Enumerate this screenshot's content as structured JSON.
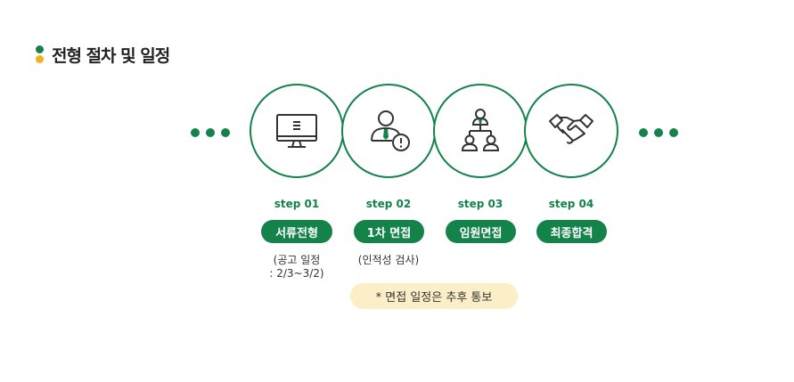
{
  "section": {
    "title": "전형 절차 및 일정"
  },
  "steps": [
    {
      "label": "step 01",
      "name": "서류전형",
      "icon": "monitor-icon",
      "note": [
        "(공고 일정",
        ": 2/3~3/2)"
      ]
    },
    {
      "label": "step 02",
      "name": "1차 면접",
      "icon": "interviewee-alert-icon",
      "note": [
        "(인적성 검사)"
      ]
    },
    {
      "label": "step 03",
      "name": "임원면접",
      "icon": "org-chart-people-icon",
      "note": []
    },
    {
      "label": "step 04",
      "name": "최종합격",
      "icon": "handshake-icon",
      "note": []
    }
  ],
  "notice": "* 면접 일정은 추후 통보",
  "colors": {
    "primary": "#13834a",
    "accent": "#f2b01e",
    "notice_bg": "#fcefc7"
  }
}
